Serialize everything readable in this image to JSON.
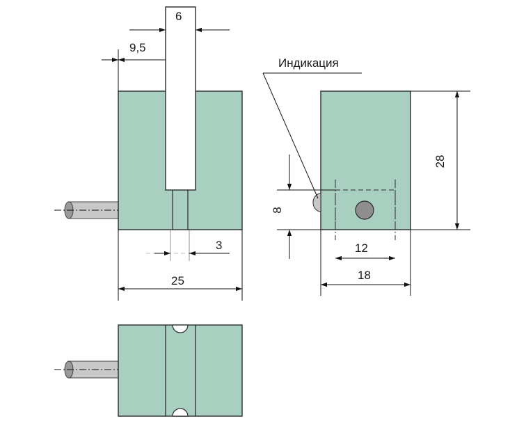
{
  "colors": {
    "body_fill": "#a8cfc0",
    "outline": "#2b2b2b",
    "cable": "#c8c8c8",
    "indicator": "#c7c7c7",
    "line": "#111111"
  },
  "labels": {
    "indication": "Индикация"
  },
  "dimensions": {
    "slot_width": "6",
    "slot_offset": "9,5",
    "groove_width": "3",
    "body_width": "25",
    "height": "28",
    "indicator_height": "8",
    "hole_spacing": "12",
    "side_width": "18"
  },
  "icons": {
    "indicator": "indicator-led-icon",
    "cable": "cable-icon"
  }
}
